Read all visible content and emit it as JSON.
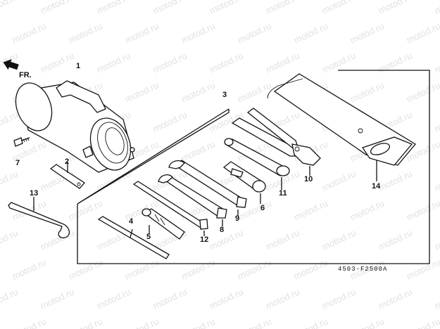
{
  "watermark": "motod.ru",
  "front_arrow_label": "FR.",
  "diagram_code": "4503-F2500A",
  "callouts": {
    "c1": "1",
    "c2": "2",
    "c3": "3",
    "c4": "4",
    "c5": "5",
    "c6": "6",
    "c7": "7",
    "c8": "8",
    "c9": "9",
    "c10": "10",
    "c11": "11",
    "c12": "12",
    "c13": "13",
    "c14": "14"
  }
}
